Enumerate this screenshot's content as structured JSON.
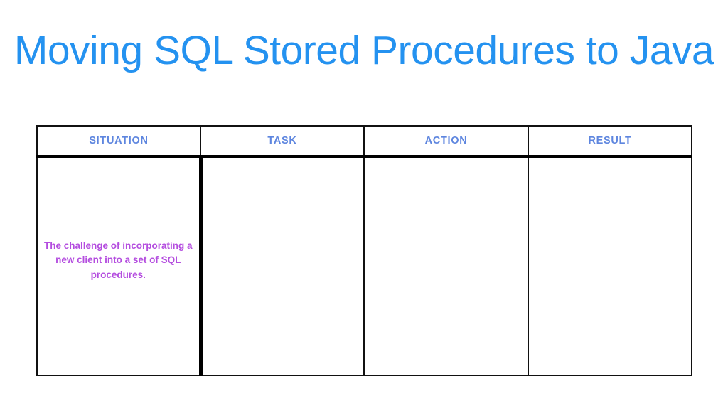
{
  "slide": {
    "title": "Moving SQL Stored Procedures to Java",
    "title_line_1": "Moving SQL Stored Procedures to",
    "title_line_2": "Java",
    "background_color": "#ffffff",
    "title_color": "#2492f0",
    "header_text_color": "#5e86df",
    "body_text_color": "#b44ddf",
    "border_color": "#111111"
  },
  "table": {
    "name": "star-method-table",
    "columns": [
      {
        "key": "situation",
        "header": "SITUATION"
      },
      {
        "key": "task",
        "header": "TASK"
      },
      {
        "key": "action",
        "header": "ACTION"
      },
      {
        "key": "result",
        "header": "RESULT"
      }
    ],
    "rows": [
      {
        "situation": "The challenge of incorporating a new client into a set of SQL procedures.",
        "task": "",
        "action": "",
        "result": ""
      }
    ]
  }
}
